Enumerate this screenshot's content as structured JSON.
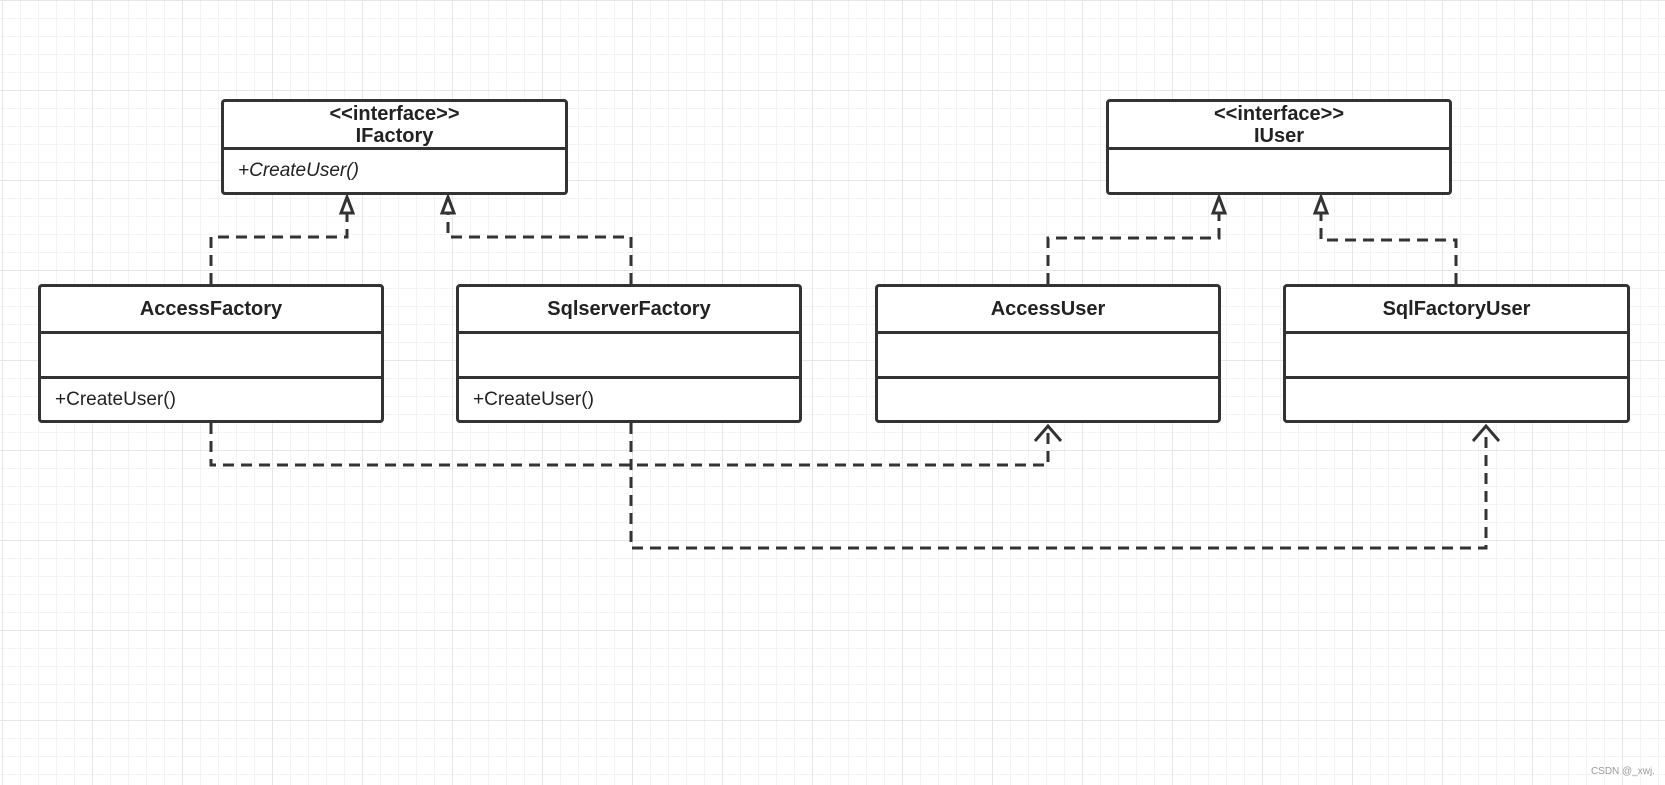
{
  "diagram": {
    "classes": [
      {
        "id": "IFactory",
        "stereotype": "<<interface>>",
        "name": "IFactory",
        "attributes": [],
        "methods": [
          "+CreateUser()"
        ],
        "methods_italic": true
      },
      {
        "id": "IUser",
        "stereotype": "<<interface>>",
        "name": "IUser",
        "attributes": [],
        "methods": []
      },
      {
        "id": "AccessFactory",
        "name": "AccessFactory",
        "attributes": [],
        "methods": [
          "+CreateUser()"
        ]
      },
      {
        "id": "SqlserverFactory",
        "name": "SqlserverFactory",
        "attributes": [],
        "methods": [
          "+CreateUser()"
        ]
      },
      {
        "id": "AccessUser",
        "name": "AccessUser",
        "attributes": [],
        "methods": []
      },
      {
        "id": "SqlFactoryUser",
        "name": "SqlFactoryUser",
        "attributes": [],
        "methods": []
      }
    ],
    "relationships": [
      {
        "from": "AccessFactory",
        "to": "IFactory",
        "type": "realization"
      },
      {
        "from": "SqlserverFactory",
        "to": "IFactory",
        "type": "realization"
      },
      {
        "from": "AccessUser",
        "to": "IUser",
        "type": "realization"
      },
      {
        "from": "SqlFactoryUser",
        "to": "IUser",
        "type": "realization"
      },
      {
        "from": "AccessFactory",
        "to": "AccessUser",
        "type": "dependency"
      },
      {
        "from": "SqlserverFactory",
        "to": "SqlFactoryUser",
        "type": "dependency"
      }
    ]
  },
  "colors": {
    "stroke": "#333333",
    "grid": "#e6e6e6",
    "background": "#ffffff"
  },
  "watermark": "CSDN @_xwj."
}
